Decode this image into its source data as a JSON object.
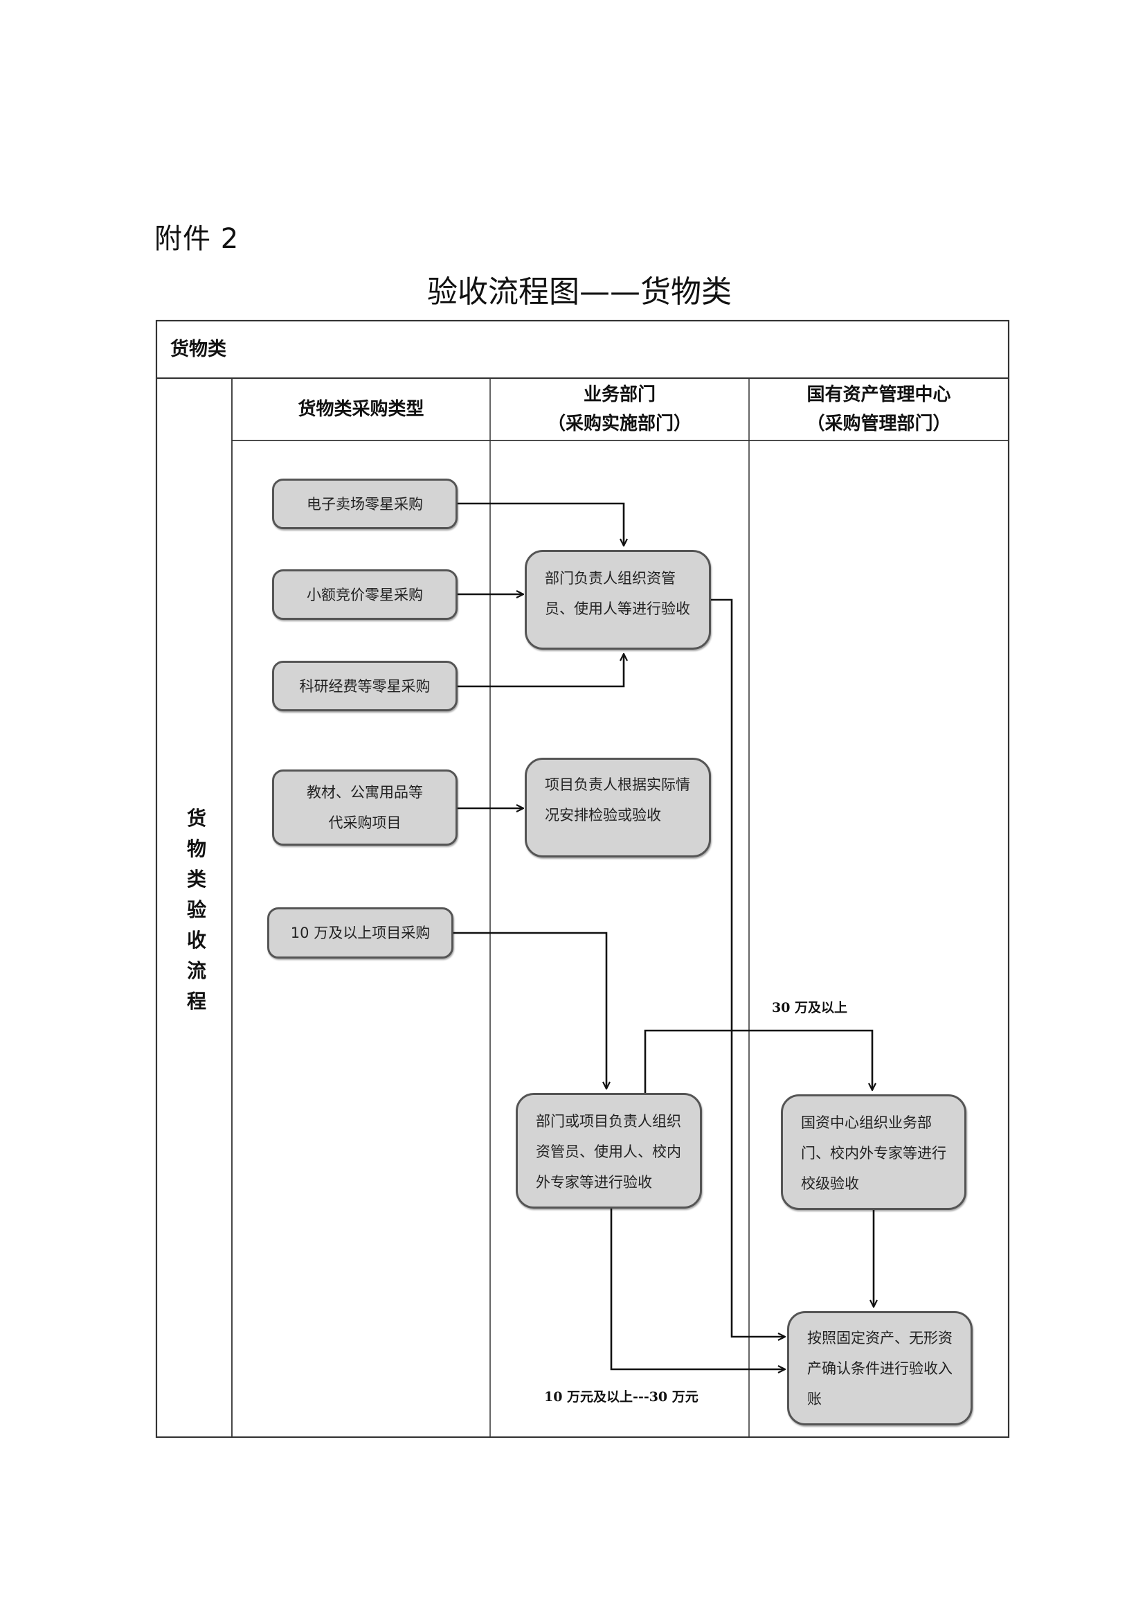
{
  "document": {
    "attachment_label": "附件 2",
    "title": "验收流程图——货物类"
  },
  "table": {
    "category_label": "货物类",
    "side_label_chars": [
      "货",
      "物",
      "类",
      "验",
      "收",
      "流",
      "程"
    ],
    "columns": [
      {
        "line1": "货物类采购类型",
        "line2": ""
      },
      {
        "line1": "业务部门",
        "line2": "（采购实施部门）"
      },
      {
        "line1": "国有资产管理中心",
        "line2": "（采购管理部门）"
      }
    ]
  },
  "procurement_types": [
    {
      "id": "electronic-mall",
      "lines": [
        "电子卖场零星采购"
      ]
    },
    {
      "id": "small-bidding",
      "lines": [
        "小额竞价零星采购"
      ]
    },
    {
      "id": "research-funds",
      "lines": [
        "科研经费等零星采购"
      ]
    },
    {
      "id": "textbooks",
      "lines": [
        "教材、公寓用品等",
        "代采购项目"
      ]
    },
    {
      "id": "over-100k",
      "lines": [
        "10 万及以上项目采购"
      ]
    }
  ],
  "business_dept_steps": [
    {
      "id": "dept-head-acceptance",
      "lines": [
        "部门负责人组织资管",
        "员、使用人等进行验收"
      ]
    },
    {
      "id": "project-head-acceptance",
      "lines": [
        "项目负责人根据实际情",
        "况安排检验或验收"
      ]
    },
    {
      "id": "dept-or-project-acceptance",
      "lines": [
        "部门或项目负责人组织",
        "资管员、使用人、校内",
        "外专家等进行验收"
      ]
    }
  ],
  "asset_center_steps": [
    {
      "id": "school-level-acceptance",
      "lines": [
        "国资中心组织业务部",
        "门、校内外专家等进行",
        "校级验收"
      ]
    },
    {
      "id": "asset-registration",
      "lines": [
        "按照固定资产、无形资",
        "产确认条件进行验收入",
        "账"
      ]
    }
  ],
  "annotations": {
    "over_300k": "30 万及以上",
    "range_100k_300k": "10 万元及以上---30 万元"
  },
  "flows": [
    {
      "from": "electronic-mall",
      "to": "dept-head-acceptance"
    },
    {
      "from": "small-bidding",
      "to": "dept-head-acceptance"
    },
    {
      "from": "research-funds",
      "to": "dept-head-acceptance"
    },
    {
      "from": "textbooks",
      "to": "project-head-acceptance"
    },
    {
      "from": "over-100k",
      "to": "dept-or-project-acceptance"
    },
    {
      "from": "dept-or-project-acceptance",
      "to": "school-level-acceptance",
      "label": "30 万及以上"
    },
    {
      "from": "school-level-acceptance",
      "to": "asset-registration"
    },
    {
      "from": "dept-head-acceptance",
      "to": "asset-registration"
    },
    {
      "from": "dept-or-project-acceptance",
      "to": "asset-registration",
      "label": "10 万元及以上---30 万元"
    }
  ]
}
